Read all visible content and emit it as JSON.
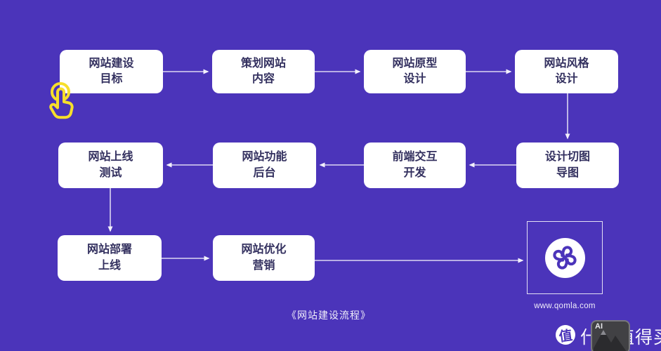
{
  "page": {
    "caption": "《网站建设流程》"
  },
  "flow": {
    "nodes": [
      {
        "line1": "网站建设",
        "line2": "目标"
      },
      {
        "line1": "策划网站",
        "line2": "内容"
      },
      {
        "line1": "网站原型",
        "line2": "设计"
      },
      {
        "line1": "网站风格",
        "line2": "设计"
      },
      {
        "line1": "网站上线",
        "line2": "测试"
      },
      {
        "line1": "网站功能",
        "line2": "后台"
      },
      {
        "line1": "前端交互",
        "line2": "开发"
      },
      {
        "line1": "设计切图",
        "line2": "导图"
      },
      {
        "line1": "网站部署",
        "line2": "上线"
      },
      {
        "line1": "网站优化",
        "line2": "营销"
      }
    ]
  },
  "logo": {
    "url_text": "www.qomla.com"
  },
  "watermark": {
    "badge_char": "值",
    "brand_text": "什么值得买",
    "ai_label": "AI"
  },
  "colors": {
    "background": "#4B34BA",
    "box_fill": "#FFFFFF",
    "box_text": "#33305F",
    "connector": "#DCD6F2",
    "hand_yellow": "#F7DF2B",
    "ai_badge_bg": "#414144"
  }
}
